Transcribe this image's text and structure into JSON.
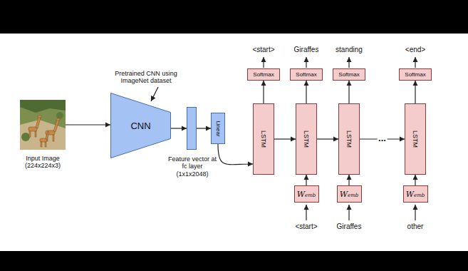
{
  "diagram": {
    "nodes": [
      {
        "text": [
          "Input Image (224x224x3)"
        ]
      },
      {
        "text": [
          "CNN"
        ]
      },
      {
        "text": [
          "Feature vector at fc layer (1x1x2048)"
        ]
      },
      {
        "text": [
          "Linear"
        ]
      },
      {
        "text": [
          "Softmax"
        ]
      },
      {
        "text": [
          "LSTM"
        ]
      },
      {
        "text": [
          "Softmax"
        ]
      },
      {
        "text": [
          "LSTM"
        ]
      },
      {
        "text": [
          "Wemb"
        ]
      },
      {
        "text": [
          "Softmax"
        ]
      },
      {
        "text": [
          "LSTM"
        ]
      },
      {
        "text": [
          "Wemb"
        ]
      },
      {
        "text": [
          "Softmax"
        ]
      },
      {
        "text": [
          "LSTM"
        ]
      },
      {
        "text": [
          "Wemb"
        ]
      }
    ],
    "edges": [
      {
        "from": 0,
        "to": 1,
        "arrow": "to"
      },
      {
        "from": 1,
        "to": 2,
        "arrow": "to"
      },
      {
        "from": 2,
        "to": 3,
        "arrow": "to"
      },
      {
        "from": 3,
        "to": 5,
        "arrow": "to"
      },
      {
        "from": 5,
        "to": 4,
        "arrow": "to"
      },
      {
        "from": 5,
        "to": 7,
        "arrow": "to"
      },
      {
        "from": 7,
        "to": 6,
        "arrow": "to"
      },
      {
        "from": 8,
        "to": 7,
        "arrow": "to"
      },
      {
        "from": 7,
        "to": 10,
        "arrow": "to"
      },
      {
        "from": 10,
        "to": 9,
        "arrow": "to"
      },
      {
        "from": 11,
        "to": 10,
        "arrow": "to"
      },
      {
        "from": 10,
        "to": 13,
        "label": "...",
        "arrow": "to"
      },
      {
        "from": 13,
        "to": 12,
        "arrow": "to"
      },
      {
        "from": 14,
        "to": 13,
        "arrow": "to"
      }
    ],
    "labels": [
      "Pretrained CNN using ImageNet dataset",
      "<start>",
      "Giraffes",
      "standing",
      "<end>",
      "<start>",
      "Giraffes",
      "other"
    ]
  }
}
